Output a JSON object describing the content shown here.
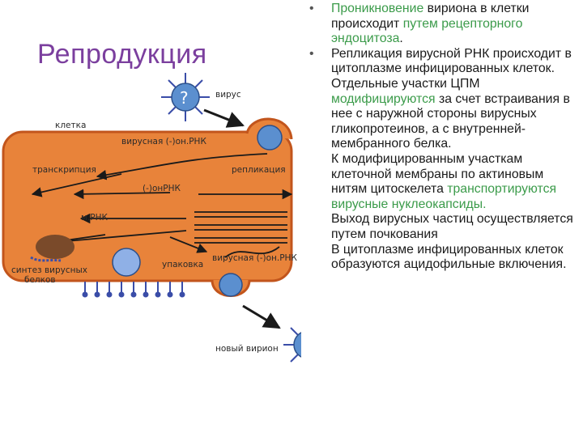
{
  "title": "Репродукция",
  "diagram": {
    "labels": {
      "virus": "вирус",
      "cell": "клетка",
      "viral_neg_rna": "вирусная (-)он.РНК",
      "transcription": "транскрипция",
      "replication": "репликация",
      "neg_rna": "(-)онРНК",
      "mrna": "м.РНК",
      "packaging": "упаковка",
      "viral_neg_rna_2": "вирусная (-)он.РНК",
      "protein_synthesis_1": "синтез вирусных",
      "protein_synthesis_2": "белков",
      "new_virion": "новый вирион"
    },
    "colors": {
      "cell_fill": "#e8833a",
      "cell_border": "#c2551c",
      "virion": "#5b8fcf",
      "arrow": "#1a1a1a"
    }
  },
  "text": {
    "p1": [
      {
        "t": "Проникновение",
        "c": "green"
      },
      {
        "t": " вириона в клетки происходит ",
        "c": ""
      },
      {
        "t": "путем рецепторного эндоцитоза",
        "c": "green"
      },
      {
        "t": ".",
        "c": ""
      }
    ],
    "p2": "Репликация вирусной РНК происходит в цитоплазме инфицированных клеток.",
    "p3": [
      {
        "t": "Отдельные участки ЦПМ ",
        "c": ""
      },
      {
        "t": "модифицируются",
        "c": "green"
      },
      {
        "t": " за счет встраивания в нее с наружной стороны вирусных гликопротеинов, а с внутренней- мембранного белка.",
        "c": ""
      }
    ],
    "p4": [
      {
        "t": "К модифицированным участкам клеточной мембраны по актиновым нитям цитоскелета ",
        "c": ""
      },
      {
        "t": "транспортируются вирусные нуклеокапсиды.",
        "c": "green"
      }
    ],
    "p5": "Выход вирусных частиц осуществляется путем почкования",
    "p6": "В цитоплазме инфицированных клеток образуются ацидофильные включения."
  }
}
